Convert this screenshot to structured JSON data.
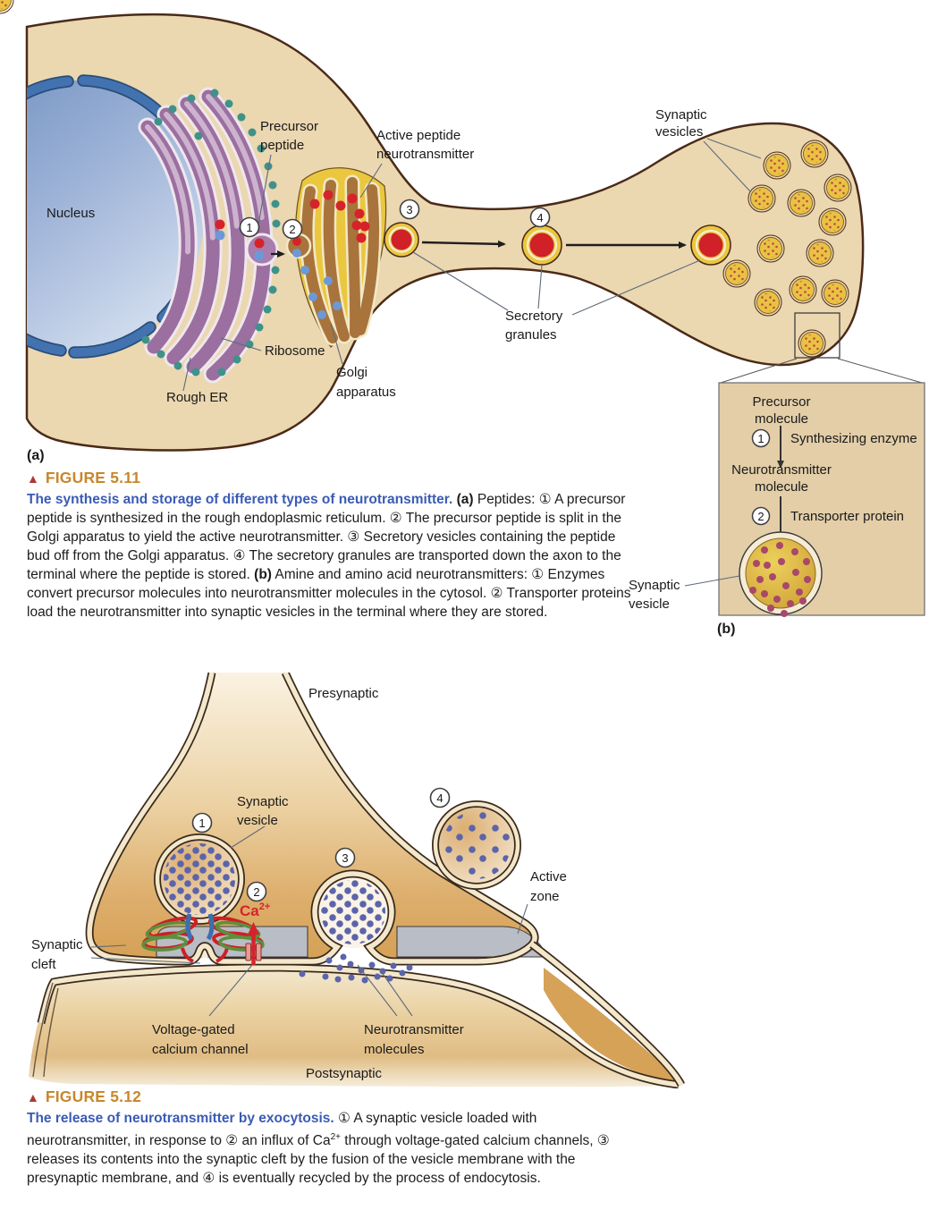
{
  "fig511": {
    "panel_label": "(a)",
    "labels": {
      "nucleus": "Nucleus",
      "precursor_peptide": [
        "Precursor",
        "peptide"
      ],
      "active_peptide": [
        "Active peptide",
        "neurotransmitter"
      ],
      "synaptic_vesicles": [
        "Synaptic",
        "vesicles"
      ],
      "ribosome": "Ribosome",
      "rough_er": "Rough ER",
      "golgi": [
        "Golgi",
        "apparatus"
      ],
      "secretory_granules": [
        "Secretory",
        "granules"
      ]
    },
    "steps": [
      "1",
      "2",
      "3",
      "4"
    ],
    "inset": {
      "panel_label": "(b)",
      "precursor_molecule": [
        "Precursor",
        "molecule"
      ],
      "synthesizing_enzyme": "Synthesizing enzyme",
      "neurotransmitter_molecule": [
        "Neurotransmitter",
        "molecule"
      ],
      "transporter_protein": "Transporter protein",
      "synaptic_vesicle": [
        "Synaptic",
        "vesicle"
      ],
      "steps": [
        "1",
        "2"
      ]
    }
  },
  "caption511": {
    "marker": "▲",
    "title": "FIGURE 5.11",
    "lead": "The synthesis and storage of different types of neurotransmitter. ",
    "seg1_label": "(a)",
    "seg1": " Peptides: ① A precursor peptide is synthesized in the rough endoplasmic reticulum. ② The precursor peptide is split in the Golgi apparatus to yield the active neurotransmitter. ③ Secretory vesicles containing the peptide bud off from the Golgi apparatus. ④ The secretory granules are transported down the axon to the terminal where the peptide is stored. ",
    "seg2_label": "(b)",
    "seg2": " Amine and amino acid neurotransmitters: ① Enzymes convert precursor molecules into neurotransmitter molecules in the cytosol. ② Transporter proteins load the neurotransmitter into synaptic vesicles in the terminal where they are stored."
  },
  "fig512": {
    "labels": {
      "presynaptic": "Presynaptic",
      "postsynaptic": "Postsynaptic",
      "synaptic_vesicle": [
        "Synaptic",
        "vesicle"
      ],
      "active_zone": [
        "Active",
        "zone"
      ],
      "synaptic_cleft": [
        "Synaptic",
        "cleft"
      ],
      "voltage_gated": [
        "Voltage-gated",
        "calcium channel"
      ],
      "neurotransmitter_molecules": [
        "Neurotransmitter",
        "molecules"
      ],
      "ca": "Ca",
      "ca_sup": "2+"
    },
    "steps": [
      "1",
      "2",
      "3",
      "4"
    ]
  },
  "caption512": {
    "marker": "▲",
    "title": "FIGURE 5.12",
    "lead": "The release of neurotransmitter by exocytosis. ",
    "seg1": "① A synaptic vesicle loaded with neurotransmitter, in response to ② an influx of Ca",
    "ca_sup": "2+",
    "seg2": " through voltage-gated calcium channels, ③ releases its contents into the synaptic cleft by the fusion of the vesicle membrane with the presynaptic membrane, and ④ is eventually recycled by the process of endocytosis."
  },
  "colors": {
    "cell_fill": "#ebd7b0",
    "outline_brown": "#4a2a18",
    "nucleus_blue": "#8aa3cc",
    "nuclear_envelope": "#4273b0",
    "er_purple": "#9b6f9f",
    "ribosome_teal": "#3f928a",
    "golgi_gold": "#eac73f",
    "golgi_brown": "#a8743c",
    "granule_red": "#cf2127",
    "vesicle_yellow": "#eac243",
    "inset_bg": "#e3cea8",
    "neurotransmitter_dot": "#a8486a",
    "blue_dot": "#5b64ab",
    "presynaptic_tan": "#d5a055",
    "active_zone_gray": "#b9bdc5",
    "membrane_cream": "#f3e7cc",
    "ca_red": "#d6232b",
    "figure_heading_gold": "#c8872b",
    "figure_marker_red": "#a93a32",
    "caption_lead_blue": "#3a5bb5"
  }
}
